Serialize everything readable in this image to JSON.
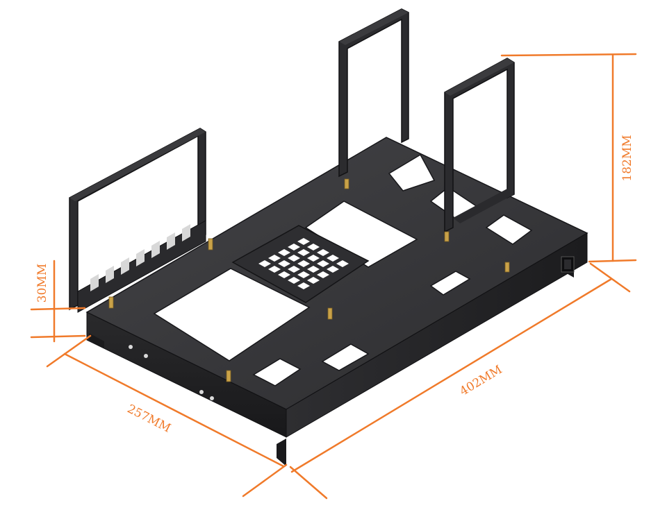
{
  "product": {
    "subject": "open-air-test-bench-chassis"
  },
  "dimensions": {
    "height_label": "182MM",
    "depth_label": "257MM",
    "width_label": "402MM",
    "foot_label": "30MM"
  },
  "colors": {
    "dimension_line": "#f07a2a",
    "frame_top": "#3a3a3c",
    "frame_side": "#232325",
    "frame_edge": "#17171a",
    "standoff": "#c9a248"
  }
}
